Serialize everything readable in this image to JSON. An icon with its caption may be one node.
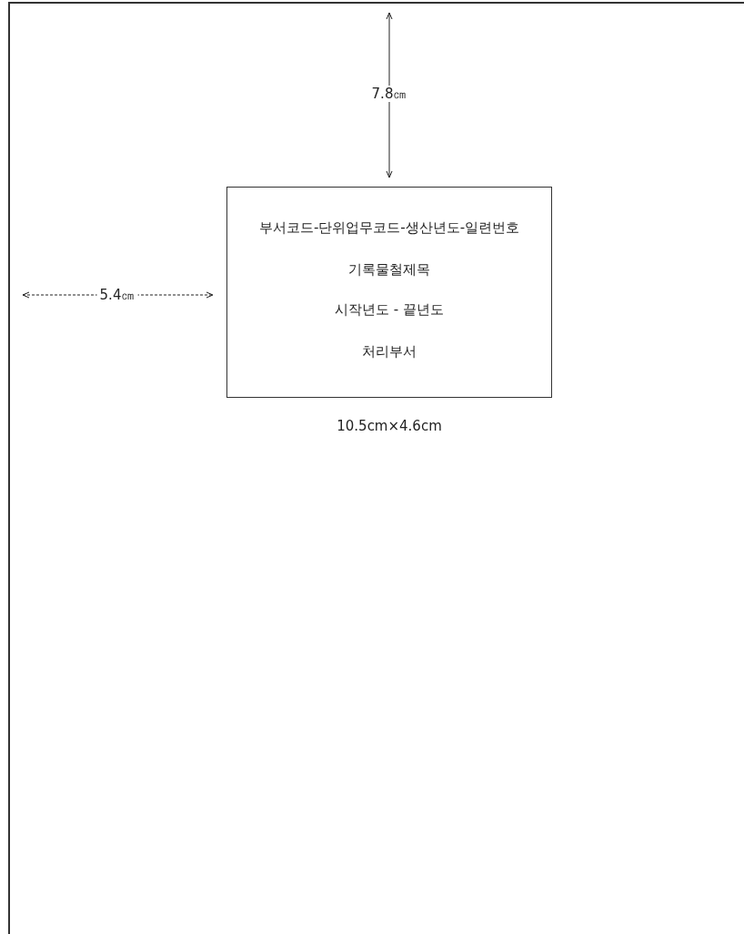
{
  "diagram": {
    "nodes": [
      {
        "text": [
          "부서코드-단위업무코드-생산년도-일련번호",
          "기록물철제목",
          "시작년도 - 끝년도",
          "처리부서"
        ],
        "beside": [
          "10.5cm×4.6cm"
        ]
      }
    ],
    "labels": [
      "7.8㎝",
      "5.4㎝"
    ]
  }
}
